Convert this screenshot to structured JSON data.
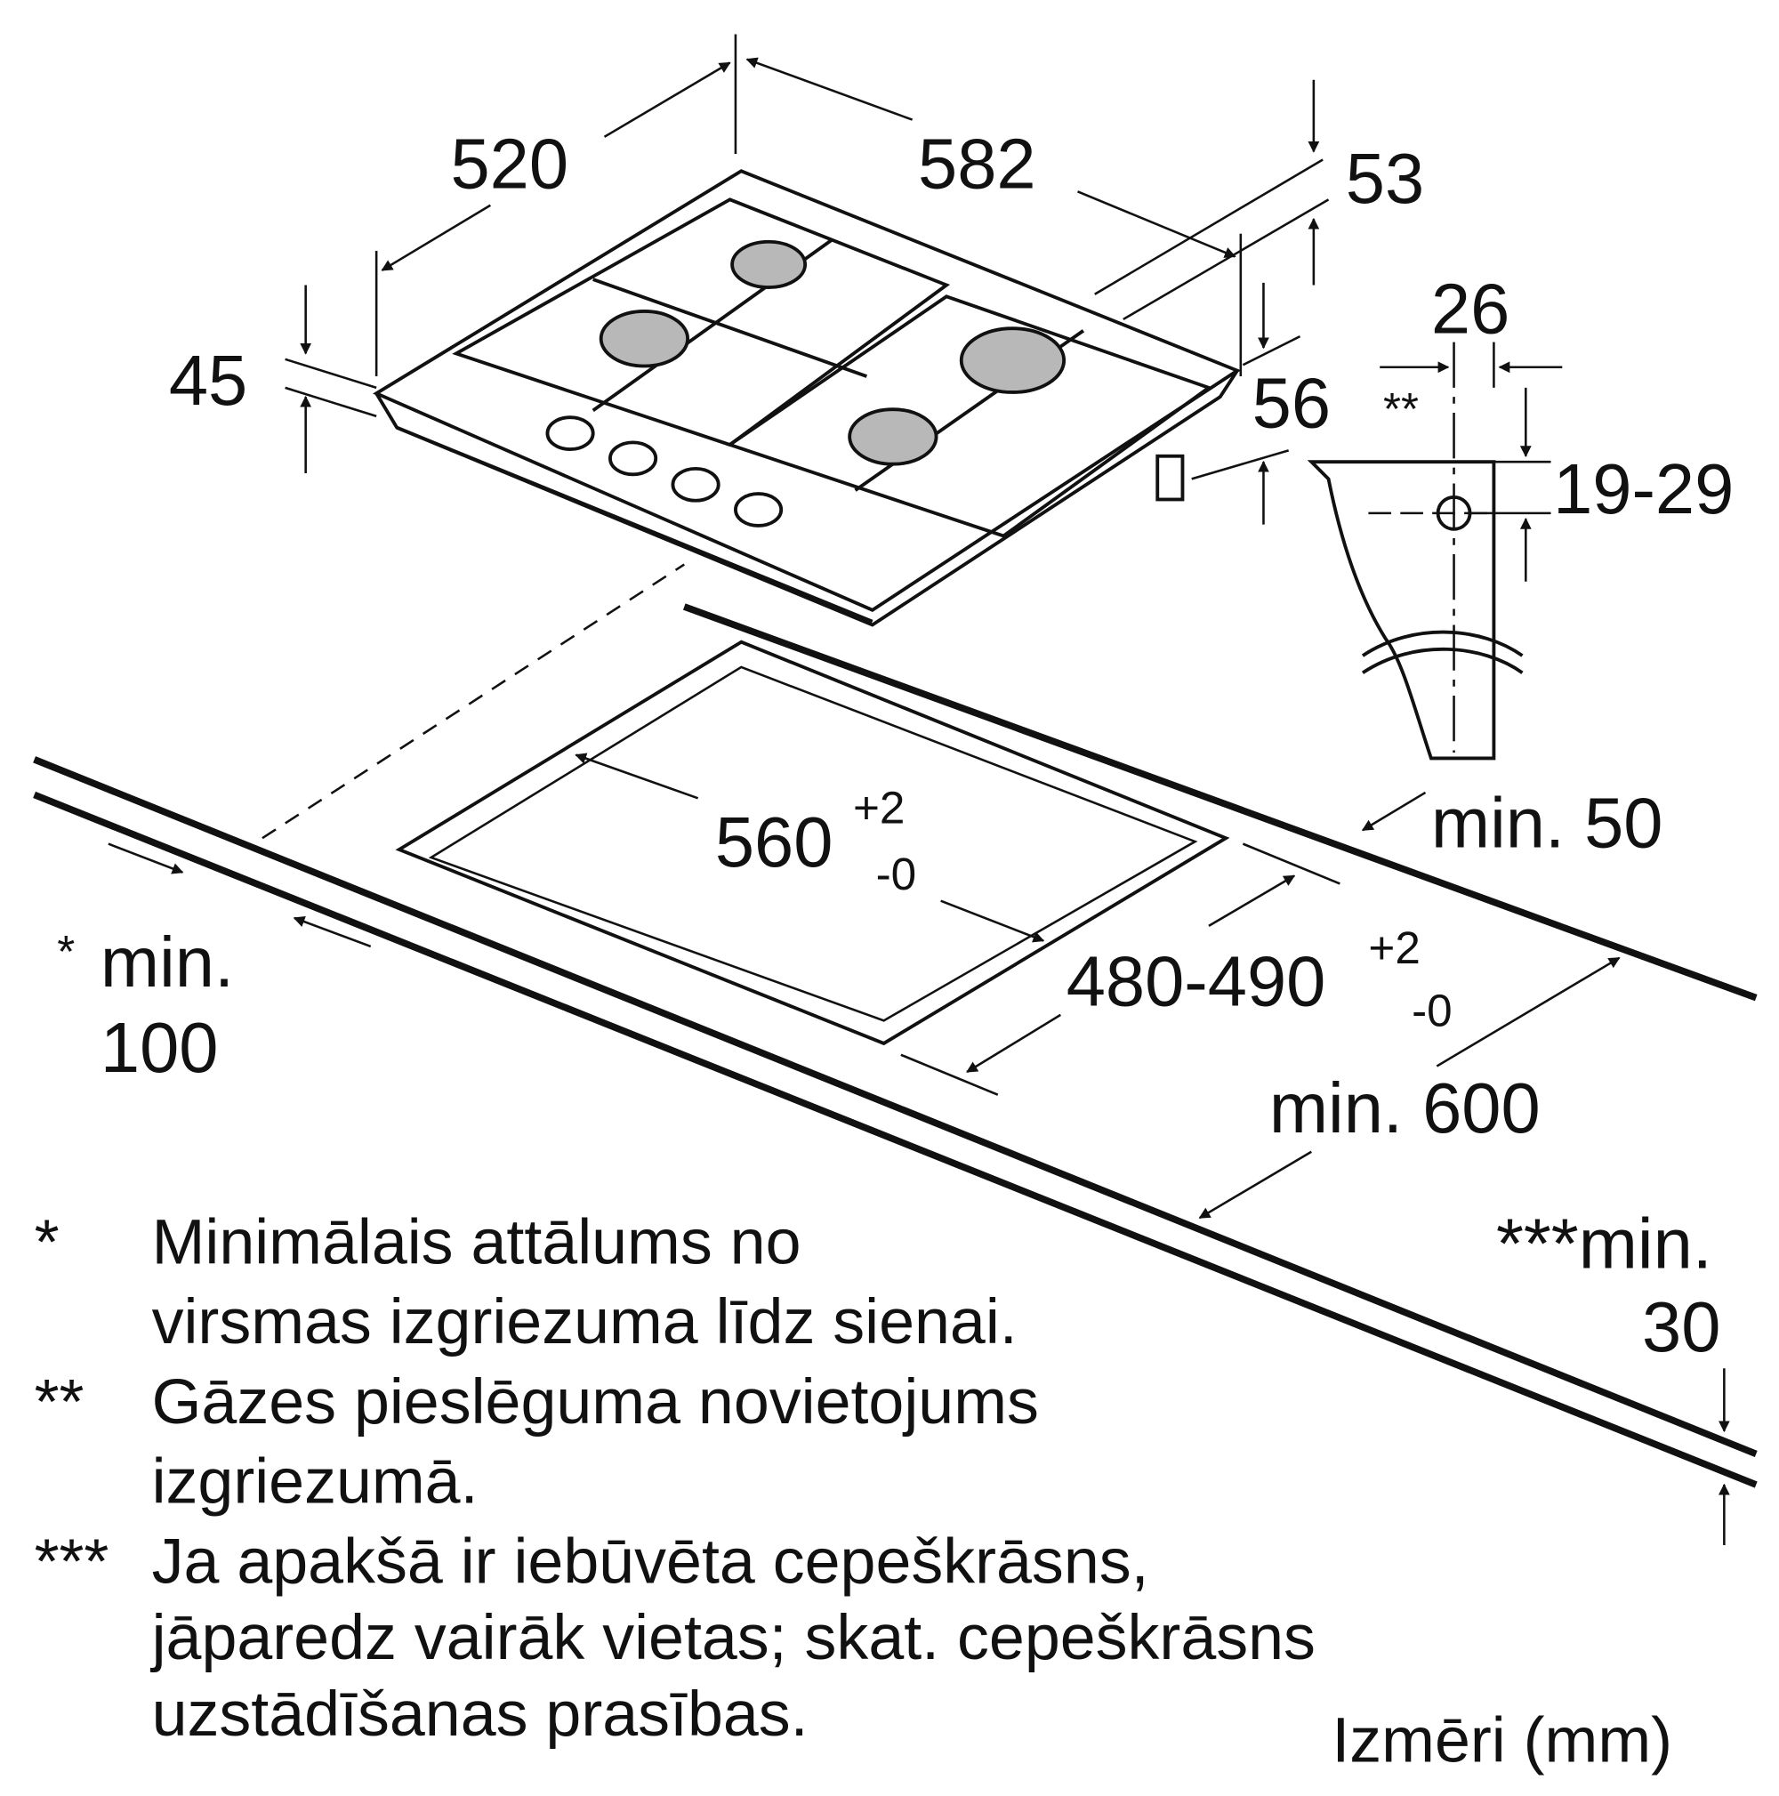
{
  "dimensions": {
    "depth": "520",
    "width": "582",
    "height_53": "53",
    "height_45": "45",
    "height_56": "56",
    "gas_offset": "26",
    "gas_marker": "**",
    "gas_height": "19-29",
    "back_gap": "min. 50",
    "cutout_width": "560",
    "cutout_width_tol_plus": "+2",
    "cutout_width_tol_minus": "-0",
    "cutout_depth": "480-490",
    "cutout_depth_tol_plus": "+2",
    "cutout_depth_tol_minus": "-0",
    "side_gap_star": "*",
    "side_gap_line1": "min.",
    "side_gap_line2": "100",
    "counter_depth": "min. 600",
    "thickness_line1": "***min.",
    "thickness_line2": "30"
  },
  "notes": [
    {
      "marker": "*",
      "lines": [
        "Minimālais attālums no",
        "virsmas izgriezuma līdz sienai."
      ]
    },
    {
      "marker": "**",
      "lines": [
        "Gāzes pieslēguma novietojums",
        "izgriezumā."
      ]
    },
    {
      "marker": "***",
      "lines": [
        "Ja apakšā ir iebūvēta cepeškrāsns,",
        "jāparedz vairāk vietas; skat. cepeškrāsns",
        "uzstādīšanas prasības."
      ]
    }
  ],
  "units_label": "Izmēri (mm)"
}
